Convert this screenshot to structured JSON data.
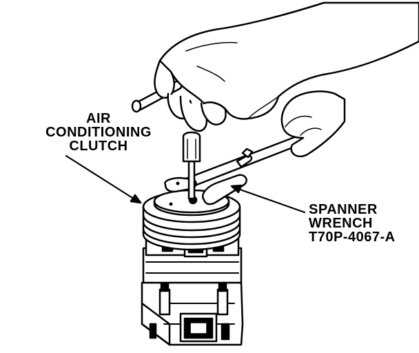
{
  "labels": {
    "clutch": [
      "AIR",
      "CONDITIONING",
      "CLUTCH"
    ],
    "wrench": [
      "SPANNER",
      "WRENCH",
      "T70P-4067-A"
    ]
  },
  "colors": {
    "ink": "#000000",
    "paper": "#ffffff"
  }
}
